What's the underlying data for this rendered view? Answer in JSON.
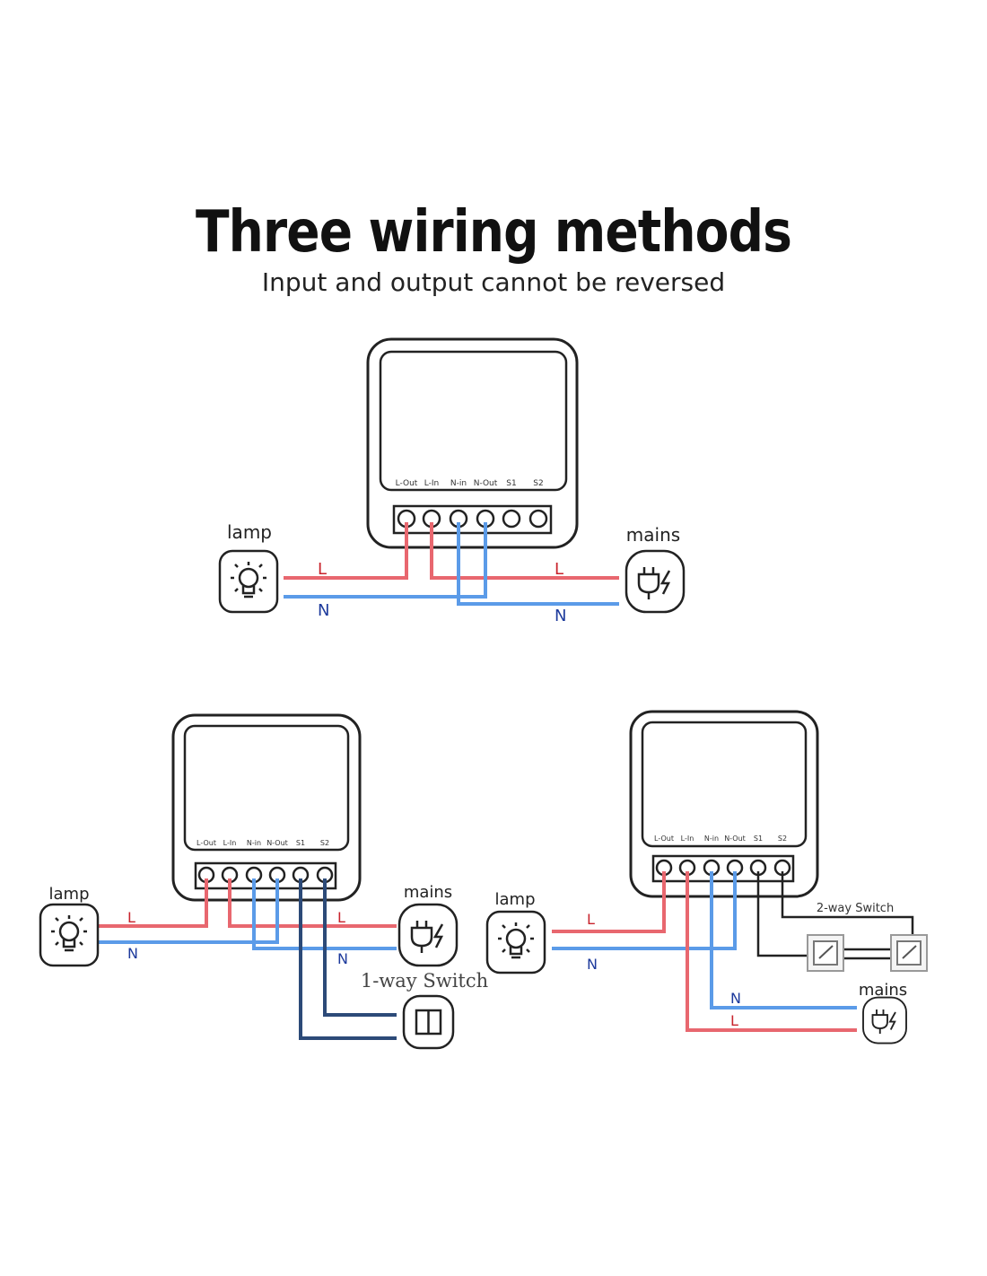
{
  "header": {
    "title": "Three wiring methods",
    "subtitle": "Input and output cannot be reversed"
  },
  "terminals": [
    "L-Out",
    "L-In",
    "N-in",
    "N-Out",
    "S1",
    "S2"
  ],
  "labels": {
    "lamp": "lamp",
    "mains": "mains",
    "live": "L",
    "neutral": "N",
    "one_way_switch": "1-way Switch",
    "two_way_switch": "2-way Switch"
  },
  "colors": {
    "live": "#e8676f",
    "neutral": "#5b9be8",
    "switch_wire": "#2c4a78",
    "black_wire": "#222222",
    "label_live": "#c8232c",
    "label_neutral": "#1d3a9c"
  },
  "icons": [
    "lamp-icon",
    "plug-icon",
    "rocker-switch-icon",
    "two-way-switch-icon"
  ]
}
